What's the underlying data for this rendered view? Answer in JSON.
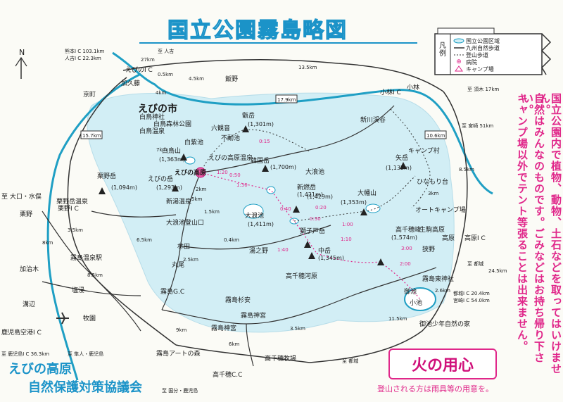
{
  "title": "国立公園霧島略図",
  "legend": {
    "heading": "凡例",
    "items": [
      "国立公園区域",
      "九州自然歩道",
      "登山歩道",
      "病院",
      "キャンプ場"
    ]
  },
  "notice_vertical": [
    "国立公園内で植物、動物、土石などを取ってはいけません。",
    "自然はみんなのものです。ごみなどはお持ち帰り下さい。",
    "キャンプ場以外でテント等張ることは出来ません。"
  ],
  "fire_box": "火の用心",
  "fire_note": "登山される方は雨具等の用意を。",
  "organization": [
    "えびの高原",
    "自然保護対策協議会"
  ],
  "north_label": "N",
  "colors": {
    "park_area": "#d2eef5",
    "highway": "#1f9fc4",
    "title": "#1b93c8",
    "notice": "#e0278a",
    "road": "#333333"
  },
  "places": {
    "ebino_city": "えびの市",
    "kyomachi": "京町",
    "kakuto": "加久藤",
    "iino": "飯野",
    "ebino_ic": "えびのI C",
    "oguchi": "至 大口・水俣",
    "kurino": "栗野",
    "kurino_ic": "栗野I C",
    "makizono": "牧園",
    "mizobe": "溝辺",
    "kajiki": "加治木",
    "kagoshima_airport": "鹿児島空港I C",
    "kobayashi": "小林",
    "kobayashi_ic": "小林I C",
    "takaharu": "高原",
    "takaharu_ic": "高原I C",
    "miyakonojo_ic": "都城I C",
    "miyazaki_ic": "宮崎I C",
    "takachiho": "高千穂河原",
    "ebino_kogen": "えびの高原",
    "karakunidake": "韓国岳",
    "karakunidake_alt": "(1,700m)",
    "shinmoedake": "新燃岳",
    "shinmoedake_alt": "(1,421m)",
    "nakadake": "中岳",
    "nakadake_alt": "(1,345m)",
    "takachihonomine": "高千穂峰",
    "takachihonomine_alt": "(1,574m)",
    "shishikodake": "獅子戸岳",
    "shishikodake_alt": "(1,429m)",
    "ohatayama": "大幡山",
    "ohatayama_alt": "(1,353m)",
    "yatakedake": "矢岳",
    "yatakedake_alt": "(1,132m)",
    "koshikidake": "甑岳",
    "koshikidake_alt": "(1,301m)",
    "shiratoriyama": "白鳥山",
    "shiratoriyama_alt": "(1,363m)",
    "ebinodake": "えびの岳",
    "ebinodake_alt": "(1,293m)",
    "kurinodake": "栗野岳",
    "kurinodake_alt": "(1,094m)",
    "onami_ike": "大浪池",
    "onami_alt": "(1,411m)",
    "fudo_ike": "不動池",
    "rokkannon": "六観音",
    "byakushi_ike": "白紫池",
    "onami_tozanguchi": "大浪池登山口",
    "shinyu": "新湯温泉",
    "hayashida": "林田",
    "maruo": "丸尾",
    "kirishima_jingu": "霧島神宮",
    "kirishima_sugiyasu": "霧島杉安",
    "yunono": "湯之野",
    "miike": "御池",
    "kohaike": "小池",
    "sano": "狭野",
    "hinamori": "ひなもり台",
    "sanoshi": "霧島東神社",
    "shioya": "塩浸",
    "kimonokoen": "生駒高原",
    "shinkawa": "新川渓谷",
    "kirishima_shrine": "霧島神宮",
    "onami_camp": "オートキャンプ場",
    "miike_shonen": "御池少年自然の家",
    "kurino_ski": "栗野岳温泉",
    "shiratori_shrine": "白鳥神社",
    "shiratori_onsen": "白鳥温泉",
    "kakuto_golf": "霧島G.C",
    "takachiho_golf": "高千穂C.C",
    "takachiho_farm": "高千穂牧場",
    "kirishima_art": "霧島アートの森",
    "hinamori_camp": "キャンプ村",
    "shiroshi_kousen": "白鳥森林公園",
    "daigoro_falls": "大浪池",
    "iino_station": "霧島温泉駅",
    "ebino_kogen_onsen": "えびの高原温泉"
  },
  "roads": {
    "to_hitoyoshi": "至 人吉",
    "hitoyoshi_km": "27km",
    "to_sunokou": "至 須木 17km",
    "to_miyazaki": "至 宮崎 51km",
    "to_miyakonojo": "至 都城",
    "to_kagoshima": "至 鹿児島I C 36.3km",
    "to_hayato": "至 隼人・鹿児島",
    "to_kokubu": "至 国分・鹿児島",
    "to_miyakonojo2": "至 都城",
    "ebino_ic_dist": "熊本I C 103.1km",
    "hitoyoshi_ic_dist": "人吉I C 22.3km",
    "miyakonojo_ic_dist": "都城I C 20.4km",
    "miyazaki_ic_dist": "宮崎I C 54.0km",
    "miyakonojo_dist": "24.5km"
  },
  "distances": [
    "13.5km",
    "4.5km",
    "0.5km",
    "4km",
    "17.9km",
    "15.7km",
    "10.6km",
    "8.5km",
    "3km",
    "5km",
    "7km",
    "2km",
    "1.5km",
    "3.5km",
    "8km",
    "6km",
    "2.5km",
    "0.4km",
    "11.5km",
    "9km",
    "3.5km",
    "6.5km",
    "8.5km",
    "2.6km"
  ],
  "trail_times": [
    "0:50",
    "1:30",
    "1:20",
    "0:40",
    "0:30",
    "1:00",
    "0:20",
    "1:10",
    "2:00",
    "3:00",
    "1:40",
    "0:15"
  ]
}
